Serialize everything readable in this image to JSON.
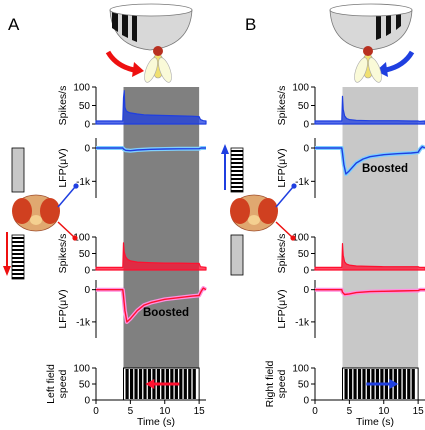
{
  "colors": {
    "shade_A": "#808080",
    "shade_B": "#c8c8c8",
    "spike_left": "#1f3fe0",
    "lfp_left": "#1f3fe0",
    "lfp_left_sem": "#7fd0ff",
    "spike_right": "#ff1030",
    "lfp_right": "#ff1030",
    "lfp_right_sem": "#ff90e0",
    "axis": "#000000"
  },
  "icons": {
    "drum": "striped-drum-icon",
    "fly": "fly-icon",
    "fly_head": "fly-head-icon",
    "electrode": "electrode-icon",
    "arrow_red": "curved-red-arrow-icon",
    "arrow_blue": "curved-blue-arrow-icon"
  },
  "chart_data": [
    {
      "panel": "A",
      "type": "line",
      "stimulus_window": [
        4,
        15
      ],
      "boosted_label": "Boosted",
      "xlabel": "Time (s)",
      "xlim": [
        0,
        16
      ],
      "xticks": [
        0,
        5,
        10,
        15
      ],
      "subplots": [
        {
          "id": "spikes_left",
          "ylabel": "Spikes/s",
          "ylim": [
            0,
            100
          ],
          "yticks": [
            0,
            50,
            100
          ],
          "color": "spike_left",
          "x": [
            0,
            3.9,
            4.0,
            4.1,
            4.2,
            4.4,
            4.7,
            5.0,
            6.0,
            7.0,
            8.0,
            10.0,
            12.0,
            14.0,
            15.0,
            15.2,
            15.6,
            16.0
          ],
          "y": [
            8,
            8,
            70,
            90,
            45,
            35,
            32,
            30,
            27,
            25,
            24,
            23,
            22,
            21,
            20,
            12,
            9,
            8
          ]
        },
        {
          "id": "lfp_left",
          "ylabel": "LFP(μV)",
          "ylim": [
            -1500,
            300
          ],
          "yticks": [
            0,
            -1000
          ],
          "yticklabels": [
            "0",
            "-1k"
          ],
          "color": "lfp_left",
          "x": [
            0,
            3.9,
            4.0,
            4.3,
            5.0,
            6.0,
            8.0,
            10.0,
            12.0,
            15.0,
            15.3,
            16.0
          ],
          "y": [
            0,
            0,
            -30,
            -70,
            -80,
            -60,
            -40,
            -30,
            -25,
            -20,
            0,
            0
          ]
        },
        {
          "id": "spikes_right",
          "ylabel": "Spikes/s",
          "ylim": [
            0,
            100
          ],
          "yticks": [
            0,
            50,
            100
          ],
          "color": "spike_right",
          "x": [
            0,
            3.9,
            4.0,
            4.1,
            4.3,
            4.6,
            5.0,
            6.0,
            8.0,
            10.0,
            12.0,
            14.0,
            15.0,
            15.2,
            16.0
          ],
          "y": [
            8,
            8,
            82,
            55,
            40,
            32,
            28,
            24,
            22,
            21,
            21,
            20,
            20,
            10,
            8
          ]
        },
        {
          "id": "lfp_right",
          "ylabel": "LFP(μV)",
          "ylim": [
            -1500,
            300
          ],
          "yticks": [
            0,
            -1000
          ],
          "yticklabels": [
            "0",
            "-1k"
          ],
          "color": "lfp_right",
          "x": [
            0,
            3.9,
            4.0,
            4.2,
            4.5,
            5.0,
            6.0,
            7.0,
            8.0,
            10.0,
            12.0,
            14.0,
            15.0,
            15.3,
            15.6,
            16.0
          ],
          "y": [
            0,
            0,
            -200,
            -650,
            -1000,
            -900,
            -650,
            -480,
            -400,
            -300,
            -250,
            -200,
            -180,
            -50,
            50,
            0
          ]
        },
        {
          "id": "speed",
          "ylabel": "Left field speed",
          "ylim": [
            0,
            100
          ],
          "yticks": [
            0,
            50,
            100
          ],
          "stimulus": "grating-moving-left"
        }
      ]
    },
    {
      "panel": "B",
      "type": "line",
      "stimulus_window": [
        4,
        15
      ],
      "boosted_label": "Boosted",
      "xlabel": "Time (s)",
      "xlim": [
        0,
        16
      ],
      "xticks": [
        0,
        5,
        10,
        15
      ],
      "subplots": [
        {
          "id": "spikes_left",
          "ylabel": "Spikes/s",
          "ylim": [
            0,
            100
          ],
          "yticks": [
            0,
            50,
            100
          ],
          "color": "spike_left",
          "x": [
            0,
            3.9,
            4.0,
            4.1,
            4.3,
            4.6,
            5.0,
            6.0,
            8.0,
            10.0,
            12.0,
            14.0,
            15.0,
            15.2,
            16.0
          ],
          "y": [
            8,
            8,
            75,
            40,
            22,
            15,
            12,
            10,
            9,
            9,
            9,
            8,
            8,
            7,
            8
          ]
        },
        {
          "id": "lfp_left",
          "ylabel": "LFP(μV)",
          "ylim": [
            -1500,
            300
          ],
          "yticks": [
            0,
            -1000
          ],
          "yticklabels": [
            "0",
            "-1k"
          ],
          "color": "lfp_left",
          "x": [
            0,
            3.9,
            4.0,
            4.2,
            4.5,
            5.0,
            6.0,
            7.0,
            8.0,
            10.0,
            12.0,
            14.0,
            15.0,
            15.3,
            15.6,
            16.0
          ],
          "y": [
            0,
            0,
            -150,
            -500,
            -780,
            -680,
            -450,
            -330,
            -260,
            -200,
            -170,
            -150,
            -130,
            -30,
            40,
            0
          ]
        },
        {
          "id": "spikes_right",
          "ylabel": "Spikes/s",
          "ylim": [
            0,
            100
          ],
          "yticks": [
            0,
            50,
            100
          ],
          "color": "spike_right",
          "x": [
            0,
            3.9,
            4.0,
            4.1,
            4.3,
            4.6,
            5.0,
            6.0,
            8.0,
            10.0,
            12.0,
            14.0,
            15.0,
            15.2,
            16.0
          ],
          "y": [
            8,
            8,
            80,
            45,
            25,
            18,
            15,
            12,
            11,
            10,
            10,
            10,
            10,
            8,
            8
          ]
        },
        {
          "id": "lfp_right",
          "ylabel": "LFP(μV)",
          "ylim": [
            -1500,
            300
          ],
          "yticks": [
            0,
            -1000
          ],
          "yticklabels": [
            "0",
            "-1k"
          ],
          "color": "lfp_right",
          "x": [
            0,
            3.9,
            4.0,
            4.3,
            5.0,
            6.0,
            8.0,
            10.0,
            12.0,
            15.0,
            15.3,
            16.0
          ],
          "y": [
            0,
            0,
            -80,
            -150,
            -130,
            -90,
            -60,
            -50,
            -40,
            -30,
            0,
            0
          ]
        },
        {
          "id": "speed",
          "ylabel": "Right field speed",
          "ylim": [
            0,
            100
          ],
          "yticks": [
            0,
            50,
            100
          ],
          "stimulus": "grating-moving-right"
        }
      ]
    }
  ]
}
